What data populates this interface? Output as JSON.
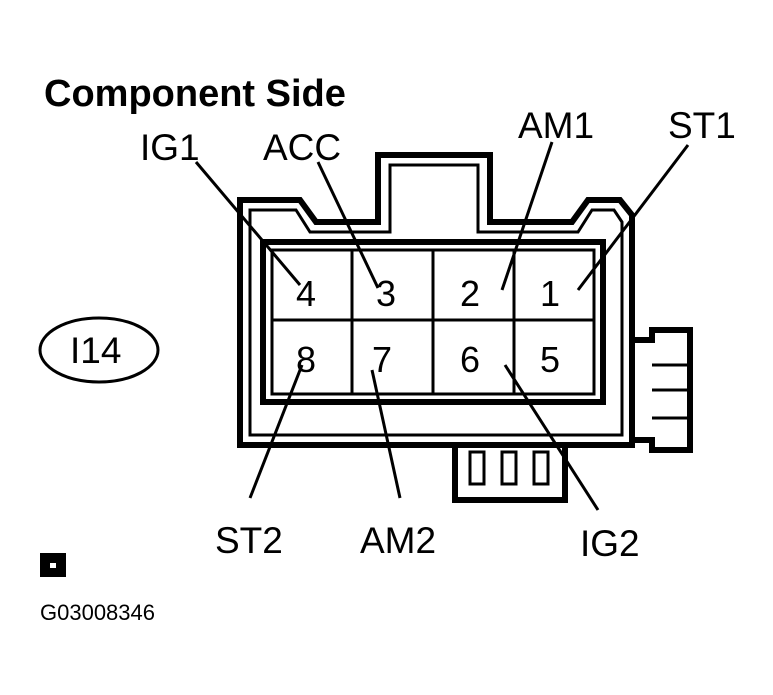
{
  "title": "Component Side",
  "connector_code": "I14",
  "figure_code": "G03008346",
  "pins": [
    {
      "number": "4",
      "signal": "IG1"
    },
    {
      "number": "3",
      "signal": "ACC"
    },
    {
      "number": "2",
      "signal": "AM1"
    },
    {
      "number": "1",
      "signal": "ST1"
    },
    {
      "number": "8",
      "signal": "ST2"
    },
    {
      "number": "7",
      "signal": "AM2"
    },
    {
      "number": "6",
      "signal": "IG2"
    },
    {
      "number": "5",
      "signal": ""
    }
  ]
}
